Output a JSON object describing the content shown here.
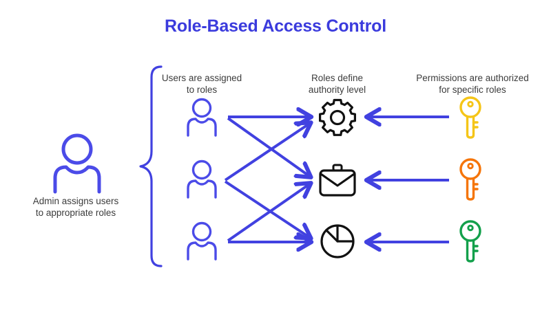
{
  "page": {
    "title": "Role-Based Access Control",
    "background": "#ffffff",
    "accent_blue": "#3b3bdd",
    "arrow_blue": "#4141e0",
    "text_color": "#3b3b3b"
  },
  "admin": {
    "icon": "user-icon",
    "icon_color": "#4b4be8",
    "caption": "Admin assigns users\nto appropriate roles"
  },
  "brace": {
    "name": "curly-brace",
    "color": "#4141e0",
    "orientation": "left-pointing"
  },
  "columns": [
    {
      "key": "users",
      "heading": "Users are assigned\nto roles",
      "items": [
        {
          "label": "user-1",
          "icon": "user-icon",
          "color": "#4b4be8"
        },
        {
          "label": "user-2",
          "icon": "user-icon",
          "color": "#4b4be8"
        },
        {
          "label": "user-3",
          "icon": "user-icon",
          "color": "#4b4be8"
        }
      ]
    },
    {
      "key": "roles",
      "heading": "Roles define\nauthority level",
      "items": [
        {
          "label": "role-gear",
          "icon": "gear-icon",
          "color": "#111111"
        },
        {
          "label": "role-briefcase",
          "icon": "briefcase-icon",
          "color": "#111111"
        },
        {
          "label": "role-piechart",
          "icon": "pie-chart-icon",
          "color": "#111111"
        }
      ]
    },
    {
      "key": "permissions",
      "heading": "Permissions are authorized\nfor specific roles",
      "items": [
        {
          "label": "permission-key-gold",
          "icon": "key-icon",
          "color": "#f5c518"
        },
        {
          "label": "permission-key-orange",
          "icon": "key-icon",
          "color": "#f5750a"
        },
        {
          "label": "permission-key-green",
          "icon": "key-icon",
          "color": "#13a04b"
        }
      ]
    }
  ],
  "connections": {
    "user_to_role": [
      {
        "from": "user-1",
        "to": "role-gear"
      },
      {
        "from": "user-1",
        "to": "role-briefcase"
      },
      {
        "from": "user-2",
        "to": "role-gear"
      },
      {
        "from": "user-2",
        "to": "role-piechart"
      },
      {
        "from": "user-3",
        "to": "role-briefcase"
      },
      {
        "from": "user-3",
        "to": "role-piechart"
      }
    ],
    "permission_to_role": [
      {
        "from": "permission-key-gold",
        "to": "role-gear"
      },
      {
        "from": "permission-key-orange",
        "to": "role-briefcase"
      },
      {
        "from": "permission-key-green",
        "to": "role-piechart"
      }
    ]
  }
}
